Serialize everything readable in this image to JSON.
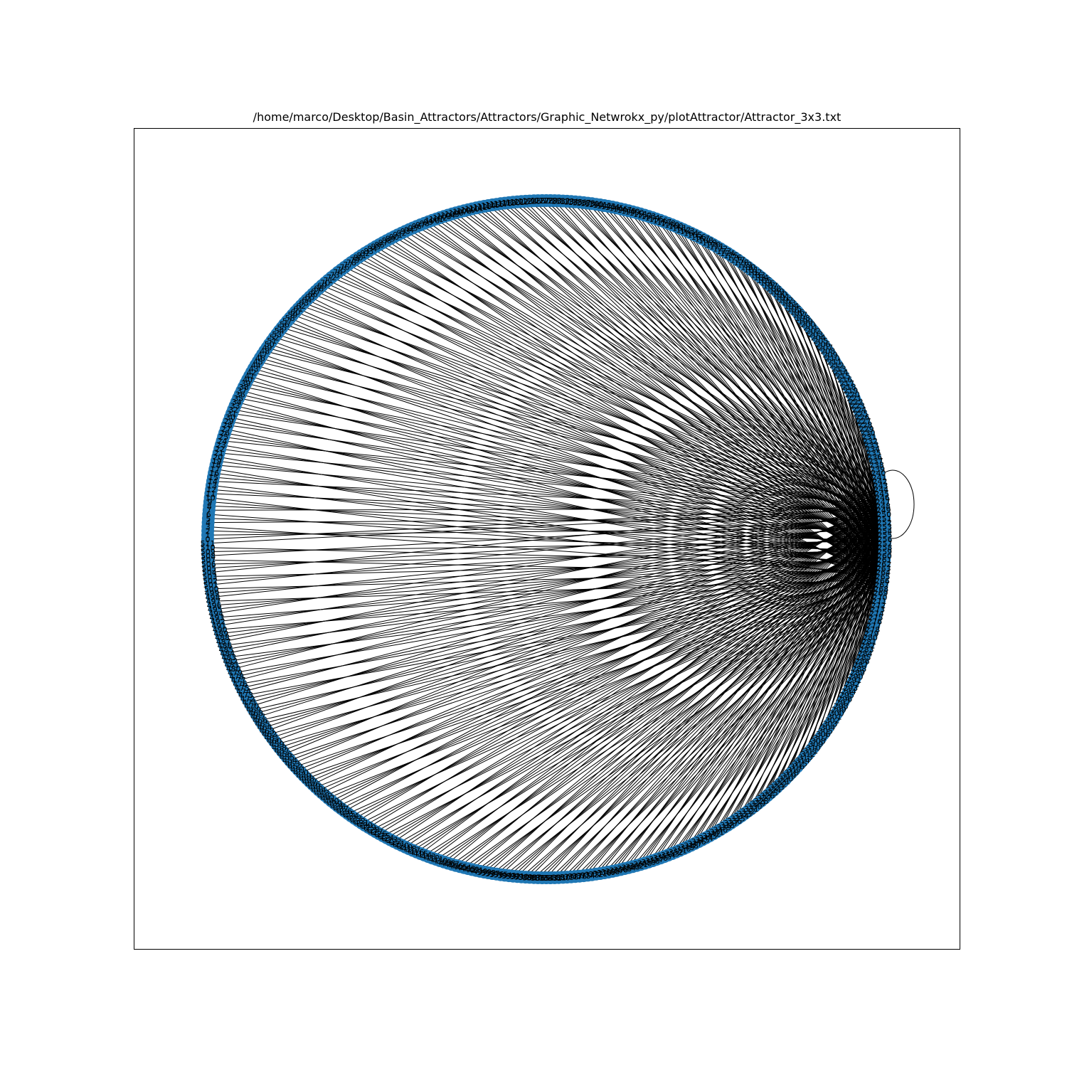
{
  "figure": {
    "title": "/home/marco/Desktop/Basin_Attractors/Attractors/Graphic_Netwrokx_py/plotAttractor/Attractor_3x3.txt"
  },
  "graph": {
    "layout": "circular",
    "node_count": 512,
    "hub_node_count": 24,
    "node_color": "#1f77b4",
    "edge_color": "#000000",
    "has_self_loop": true
  }
}
